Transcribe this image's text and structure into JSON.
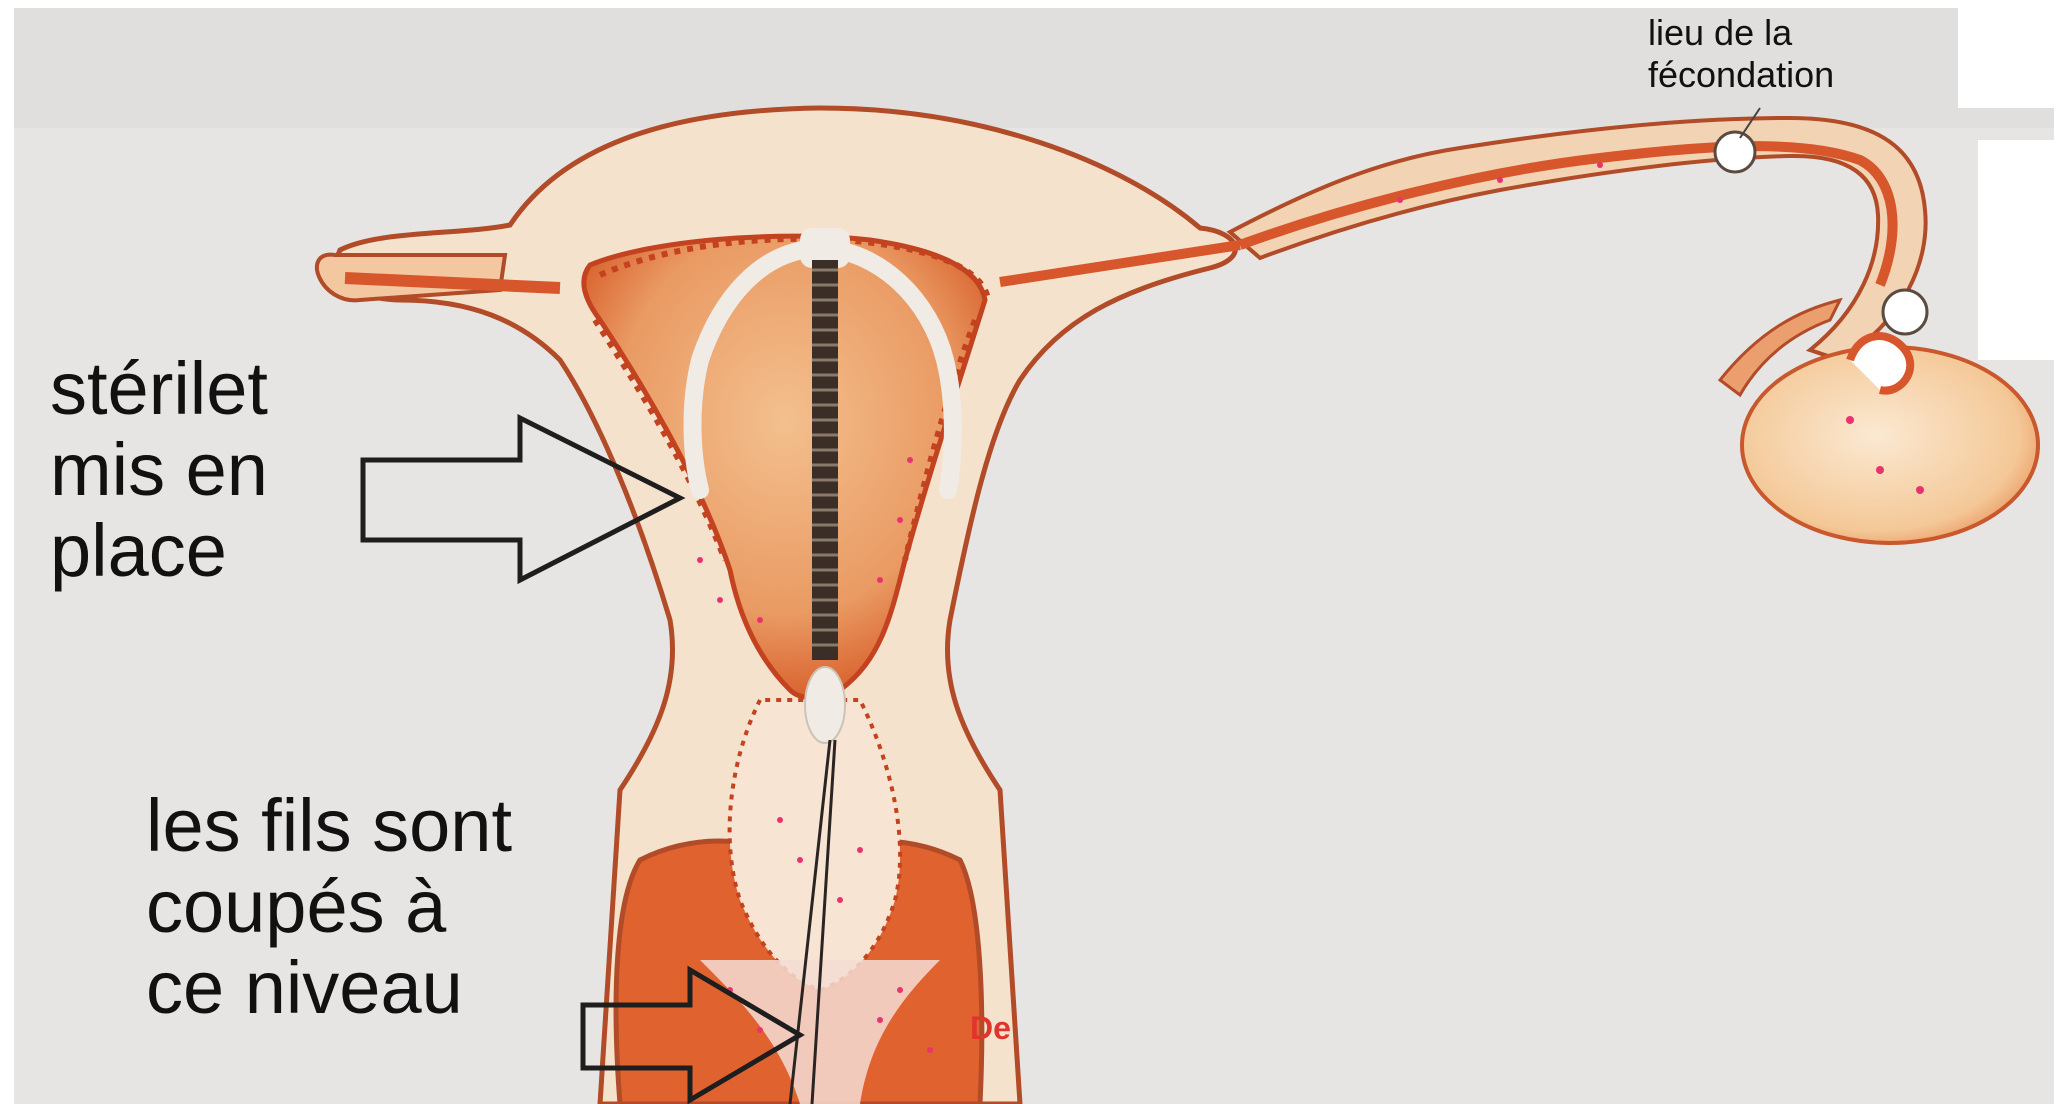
{
  "labels": {
    "sterilet": [
      "stérilet",
      "mis en",
      "place"
    ],
    "fils": [
      "les fils sont",
      "coupés à",
      "ce niveau"
    ],
    "fecondation": [
      "lieu de la",
      "fécondation"
    ],
    "fragment": "De"
  },
  "colors": {
    "paper": "#e6e5e3",
    "tissue_light": "#f5e2cc",
    "tissue_mid": "#ec9f6e",
    "tissue_dark": "#d8562b",
    "outline": "#b24b28",
    "cervix": "#e0622f",
    "fringe": "#c34220",
    "dots": "#e8336e",
    "device": "#f0ebe5",
    "spring": "#3a2e26",
    "arrow_stroke": "#1e1e1e",
    "text": "#111111",
    "fragment_text": "#e0352c"
  }
}
